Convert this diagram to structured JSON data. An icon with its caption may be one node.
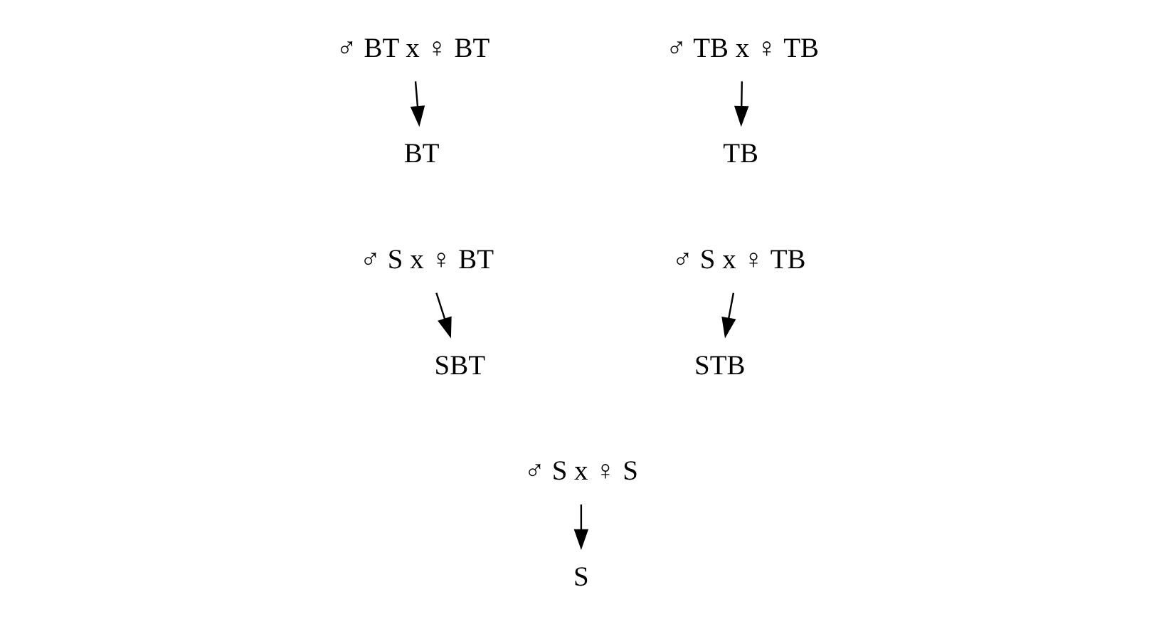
{
  "diagram": {
    "nodes": [
      {
        "text": [
          "♂ BT x ♀ BT"
        ]
      },
      {
        "text": [
          "♂ TB x ♀ TB"
        ]
      },
      {
        "text": [
          "BT"
        ]
      },
      {
        "text": [
          "TB"
        ]
      },
      {
        "text": [
          "♂ S x ♀ BT"
        ]
      },
      {
        "text": [
          "♂ S x ♀ TB"
        ]
      },
      {
        "text": [
          "SBT"
        ]
      },
      {
        "text": [
          "STB"
        ]
      },
      {
        "text": [
          "♂ S x ♀ S"
        ]
      },
      {
        "text": [
          "S"
        ]
      }
    ],
    "edges": [
      {
        "from": 0,
        "to": 2,
        "arrow": "to"
      },
      {
        "from": 1,
        "to": 3,
        "arrow": "to"
      },
      {
        "from": 4,
        "to": 6,
        "arrow": "to"
      },
      {
        "from": 5,
        "to": 7,
        "arrow": "to"
      },
      {
        "from": 8,
        "to": 9,
        "arrow": "to"
      }
    ]
  }
}
